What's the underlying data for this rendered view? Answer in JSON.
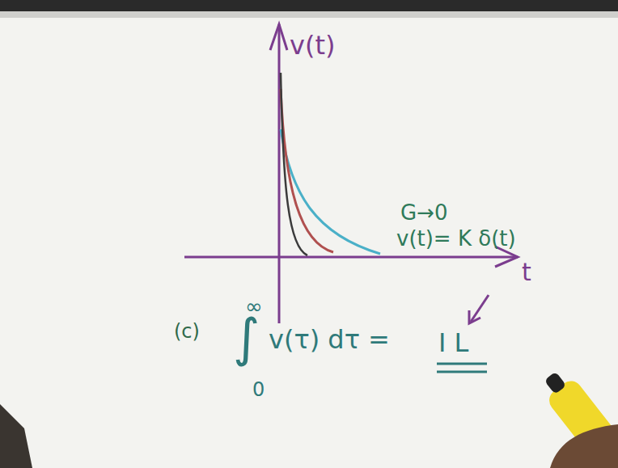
{
  "diagram": {
    "labels": [
      "v(t)",
      "t",
      "G→0",
      "v(t)= K δ(t)",
      "(c)",
      "∞",
      "∫",
      "0",
      "v(τ) dτ =",
      "I L"
    ]
  }
}
